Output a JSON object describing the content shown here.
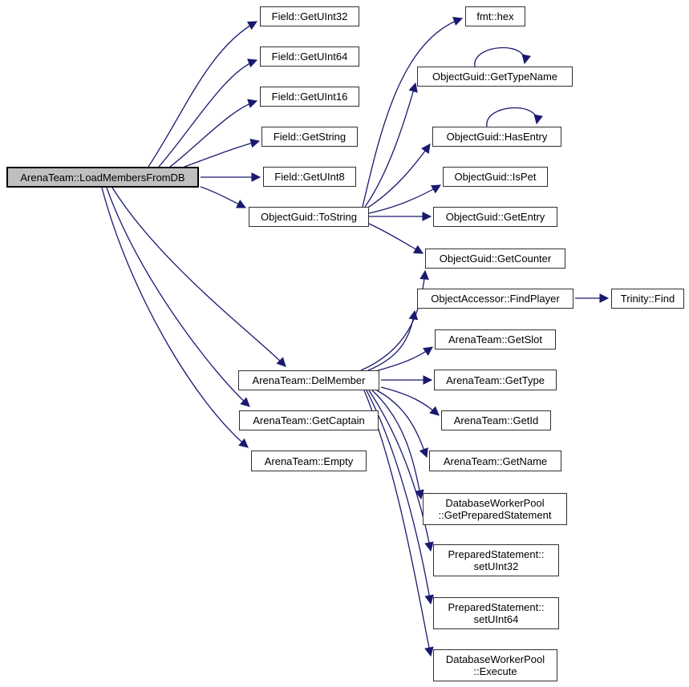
{
  "diagram": {
    "type": "call-graph",
    "edge_color": "#191970",
    "node_fill": "#ffffff",
    "node_border_color": "#303030",
    "root_fill": "#bfbfbf",
    "root_border_color": "#000000"
  },
  "nodes": {
    "root": {
      "label": "ArenaTeam::LoadMembersFromDB"
    },
    "f32": {
      "label": "Field::GetUInt32"
    },
    "f64": {
      "label": "Field::GetUInt64"
    },
    "f16": {
      "label": "Field::GetUInt16"
    },
    "fstr": {
      "label": "Field::GetString"
    },
    "f8": {
      "label": "Field::GetUInt8"
    },
    "tostr": {
      "label": "ObjectGuid::ToString"
    },
    "delm": {
      "label": "ArenaTeam::DelMember"
    },
    "getcap": {
      "label": "ArenaTeam::GetCaptain"
    },
    "empty": {
      "label": "ArenaTeam::Empty"
    },
    "hex": {
      "label": "fmt::hex"
    },
    "gtn": {
      "label": "ObjectGuid::GetTypeName"
    },
    "hase": {
      "label": "ObjectGuid::HasEntry"
    },
    "ispet": {
      "label": "ObjectGuid::IsPet"
    },
    "gentry": {
      "label": "ObjectGuid::GetEntry"
    },
    "gcount": {
      "label": "ObjectGuid::GetCounter"
    },
    "fplayer": {
      "label": "ObjectAccessor::FindPlayer"
    },
    "gslot": {
      "label": "ArenaTeam::GetSlot"
    },
    "gtype": {
      "label": "ArenaTeam::GetType"
    },
    "gid": {
      "label": "ArenaTeam::GetId"
    },
    "gname": {
      "label": "ArenaTeam::GetName"
    },
    "gps": {
      "label": "DatabaseWorkerPool\n::GetPreparedStatement"
    },
    "s32": {
      "label": "PreparedStatement::\nsetUInt32"
    },
    "s64": {
      "label": "PreparedStatement::\nsetUInt64"
    },
    "exec": {
      "label": "DatabaseWorkerPool\n::Execute"
    },
    "tfind": {
      "label": "Trinity::Find"
    }
  },
  "edges": [
    {
      "from": "ArenaTeam::LoadMembersFromDB",
      "to": "Field::GetUInt32"
    },
    {
      "from": "ArenaTeam::LoadMembersFromDB",
      "to": "Field::GetUInt64"
    },
    {
      "from": "ArenaTeam::LoadMembersFromDB",
      "to": "Field::GetUInt16"
    },
    {
      "from": "ArenaTeam::LoadMembersFromDB",
      "to": "Field::GetString"
    },
    {
      "from": "ArenaTeam::LoadMembersFromDB",
      "to": "Field::GetUInt8"
    },
    {
      "from": "ArenaTeam::LoadMembersFromDB",
      "to": "ObjectGuid::ToString"
    },
    {
      "from": "ArenaTeam::LoadMembersFromDB",
      "to": "ArenaTeam::DelMember"
    },
    {
      "from": "ArenaTeam::LoadMembersFromDB",
      "to": "ArenaTeam::GetCaptain"
    },
    {
      "from": "ArenaTeam::LoadMembersFromDB",
      "to": "ArenaTeam::Empty"
    },
    {
      "from": "ObjectGuid::ToString",
      "to": "fmt::hex"
    },
    {
      "from": "ObjectGuid::ToString",
      "to": "ObjectGuid::GetTypeName"
    },
    {
      "from": "ObjectGuid::ToString",
      "to": "ObjectGuid::HasEntry"
    },
    {
      "from": "ObjectGuid::ToString",
      "to": "ObjectGuid::IsPet"
    },
    {
      "from": "ObjectGuid::ToString",
      "to": "ObjectGuid::GetEntry"
    },
    {
      "from": "ObjectGuid::ToString",
      "to": "ObjectGuid::GetCounter"
    },
    {
      "from": "ObjectGuid::GetTypeName",
      "to": "ObjectGuid::GetTypeName"
    },
    {
      "from": "ObjectGuid::HasEntry",
      "to": "ObjectGuid::HasEntry"
    },
    {
      "from": "ArenaTeam::DelMember",
      "to": "ObjectGuid::GetCounter"
    },
    {
      "from": "ArenaTeam::DelMember",
      "to": "ObjectAccessor::FindPlayer"
    },
    {
      "from": "ArenaTeam::DelMember",
      "to": "ArenaTeam::GetSlot"
    },
    {
      "from": "ArenaTeam::DelMember",
      "to": "ArenaTeam::GetType"
    },
    {
      "from": "ArenaTeam::DelMember",
      "to": "ArenaTeam::GetId"
    },
    {
      "from": "ArenaTeam::DelMember",
      "to": "ArenaTeam::GetName"
    },
    {
      "from": "ArenaTeam::DelMember",
      "to": "DatabaseWorkerPool::GetPreparedStatement"
    },
    {
      "from": "ArenaTeam::DelMember",
      "to": "PreparedStatement::setUInt32"
    },
    {
      "from": "ArenaTeam::DelMember",
      "to": "PreparedStatement::setUInt64"
    },
    {
      "from": "ArenaTeam::DelMember",
      "to": "DatabaseWorkerPool::Execute"
    },
    {
      "from": "ObjectAccessor::FindPlayer",
      "to": "Trinity::Find"
    }
  ]
}
